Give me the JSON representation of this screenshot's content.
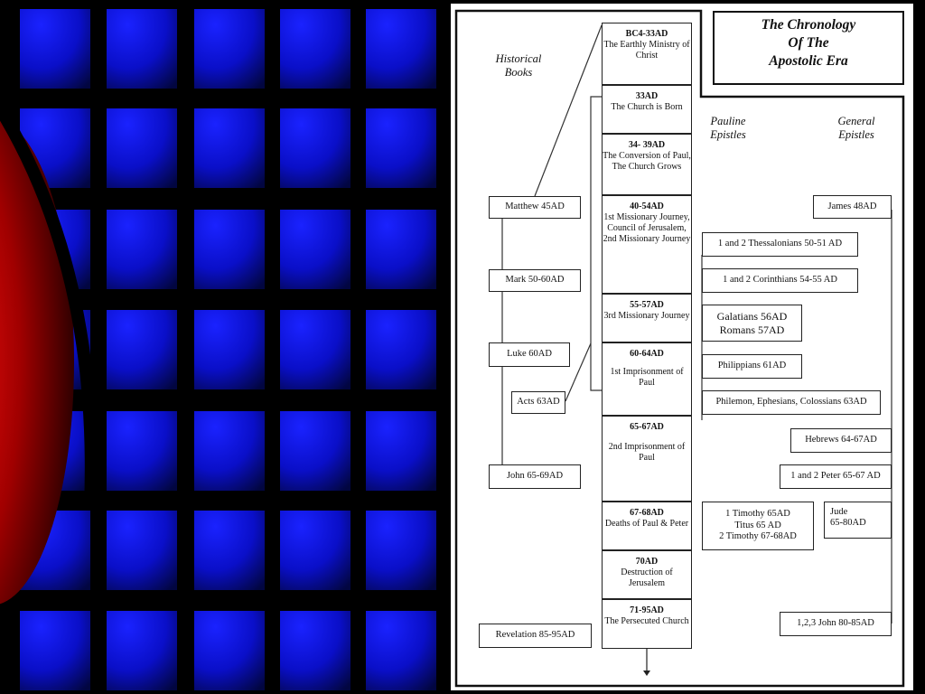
{
  "title": {
    "line1": "The Chronology",
    "line2": "Of The",
    "line3": "Apostolic Era"
  },
  "headers": {
    "historical": "Historical\nBooks",
    "pauline": "Pauline\nEpistles",
    "general": "General\nEpistles"
  },
  "eras": [
    {
      "date": "BC4-33AD",
      "text": "The Earthly Ministry of Christ"
    },
    {
      "date": "33AD",
      "text": "The Church is Born"
    },
    {
      "date": "34- 39AD",
      "text": "The Conversion of Paul, The Church Grows"
    },
    {
      "date": "40-54AD",
      "text": "1st Missionary Journey, Council of Jerusalem, 2nd Missionary Journey"
    },
    {
      "date": "55-57AD",
      "text": "3rd Missionary Journey"
    },
    {
      "date": "60-64AD",
      "text": "1st Imprisonment of Paul"
    },
    {
      "date": "65-67AD",
      "text": "2nd Imprisonment of Paul"
    },
    {
      "date": "67-68AD",
      "text": "Deaths of Paul & Peter"
    },
    {
      "date": "70AD",
      "text": "Destruction of Jerusalem"
    },
    {
      "date": "71-95AD",
      "text": "The Persecuted Church"
    }
  ],
  "historical_books": [
    "Matthew 45AD",
    "Mark 50-60AD",
    "Luke 60AD",
    "Acts 63AD",
    "John 65-69AD",
    "Revelation 85-95AD"
  ],
  "pauline_epistles": [
    "1 and 2 Thessalonians 50-51 AD",
    "1 and 2 Corinthians 54-55 AD",
    "Galatians 56AD\nRomans 57AD",
    "Philippians 61AD",
    "Philemon, Ephesians, Colossians 63AD",
    "1 Timothy 65AD\nTitus 65 AD\n2 Timothy 67-68AD"
  ],
  "general_epistles": [
    "James 48AD",
    "Hebrews 64-67AD",
    "1 and 2 Peter 65-67 AD",
    "Jude\n65-80AD",
    "1,2,3 John 80-85AD"
  ]
}
